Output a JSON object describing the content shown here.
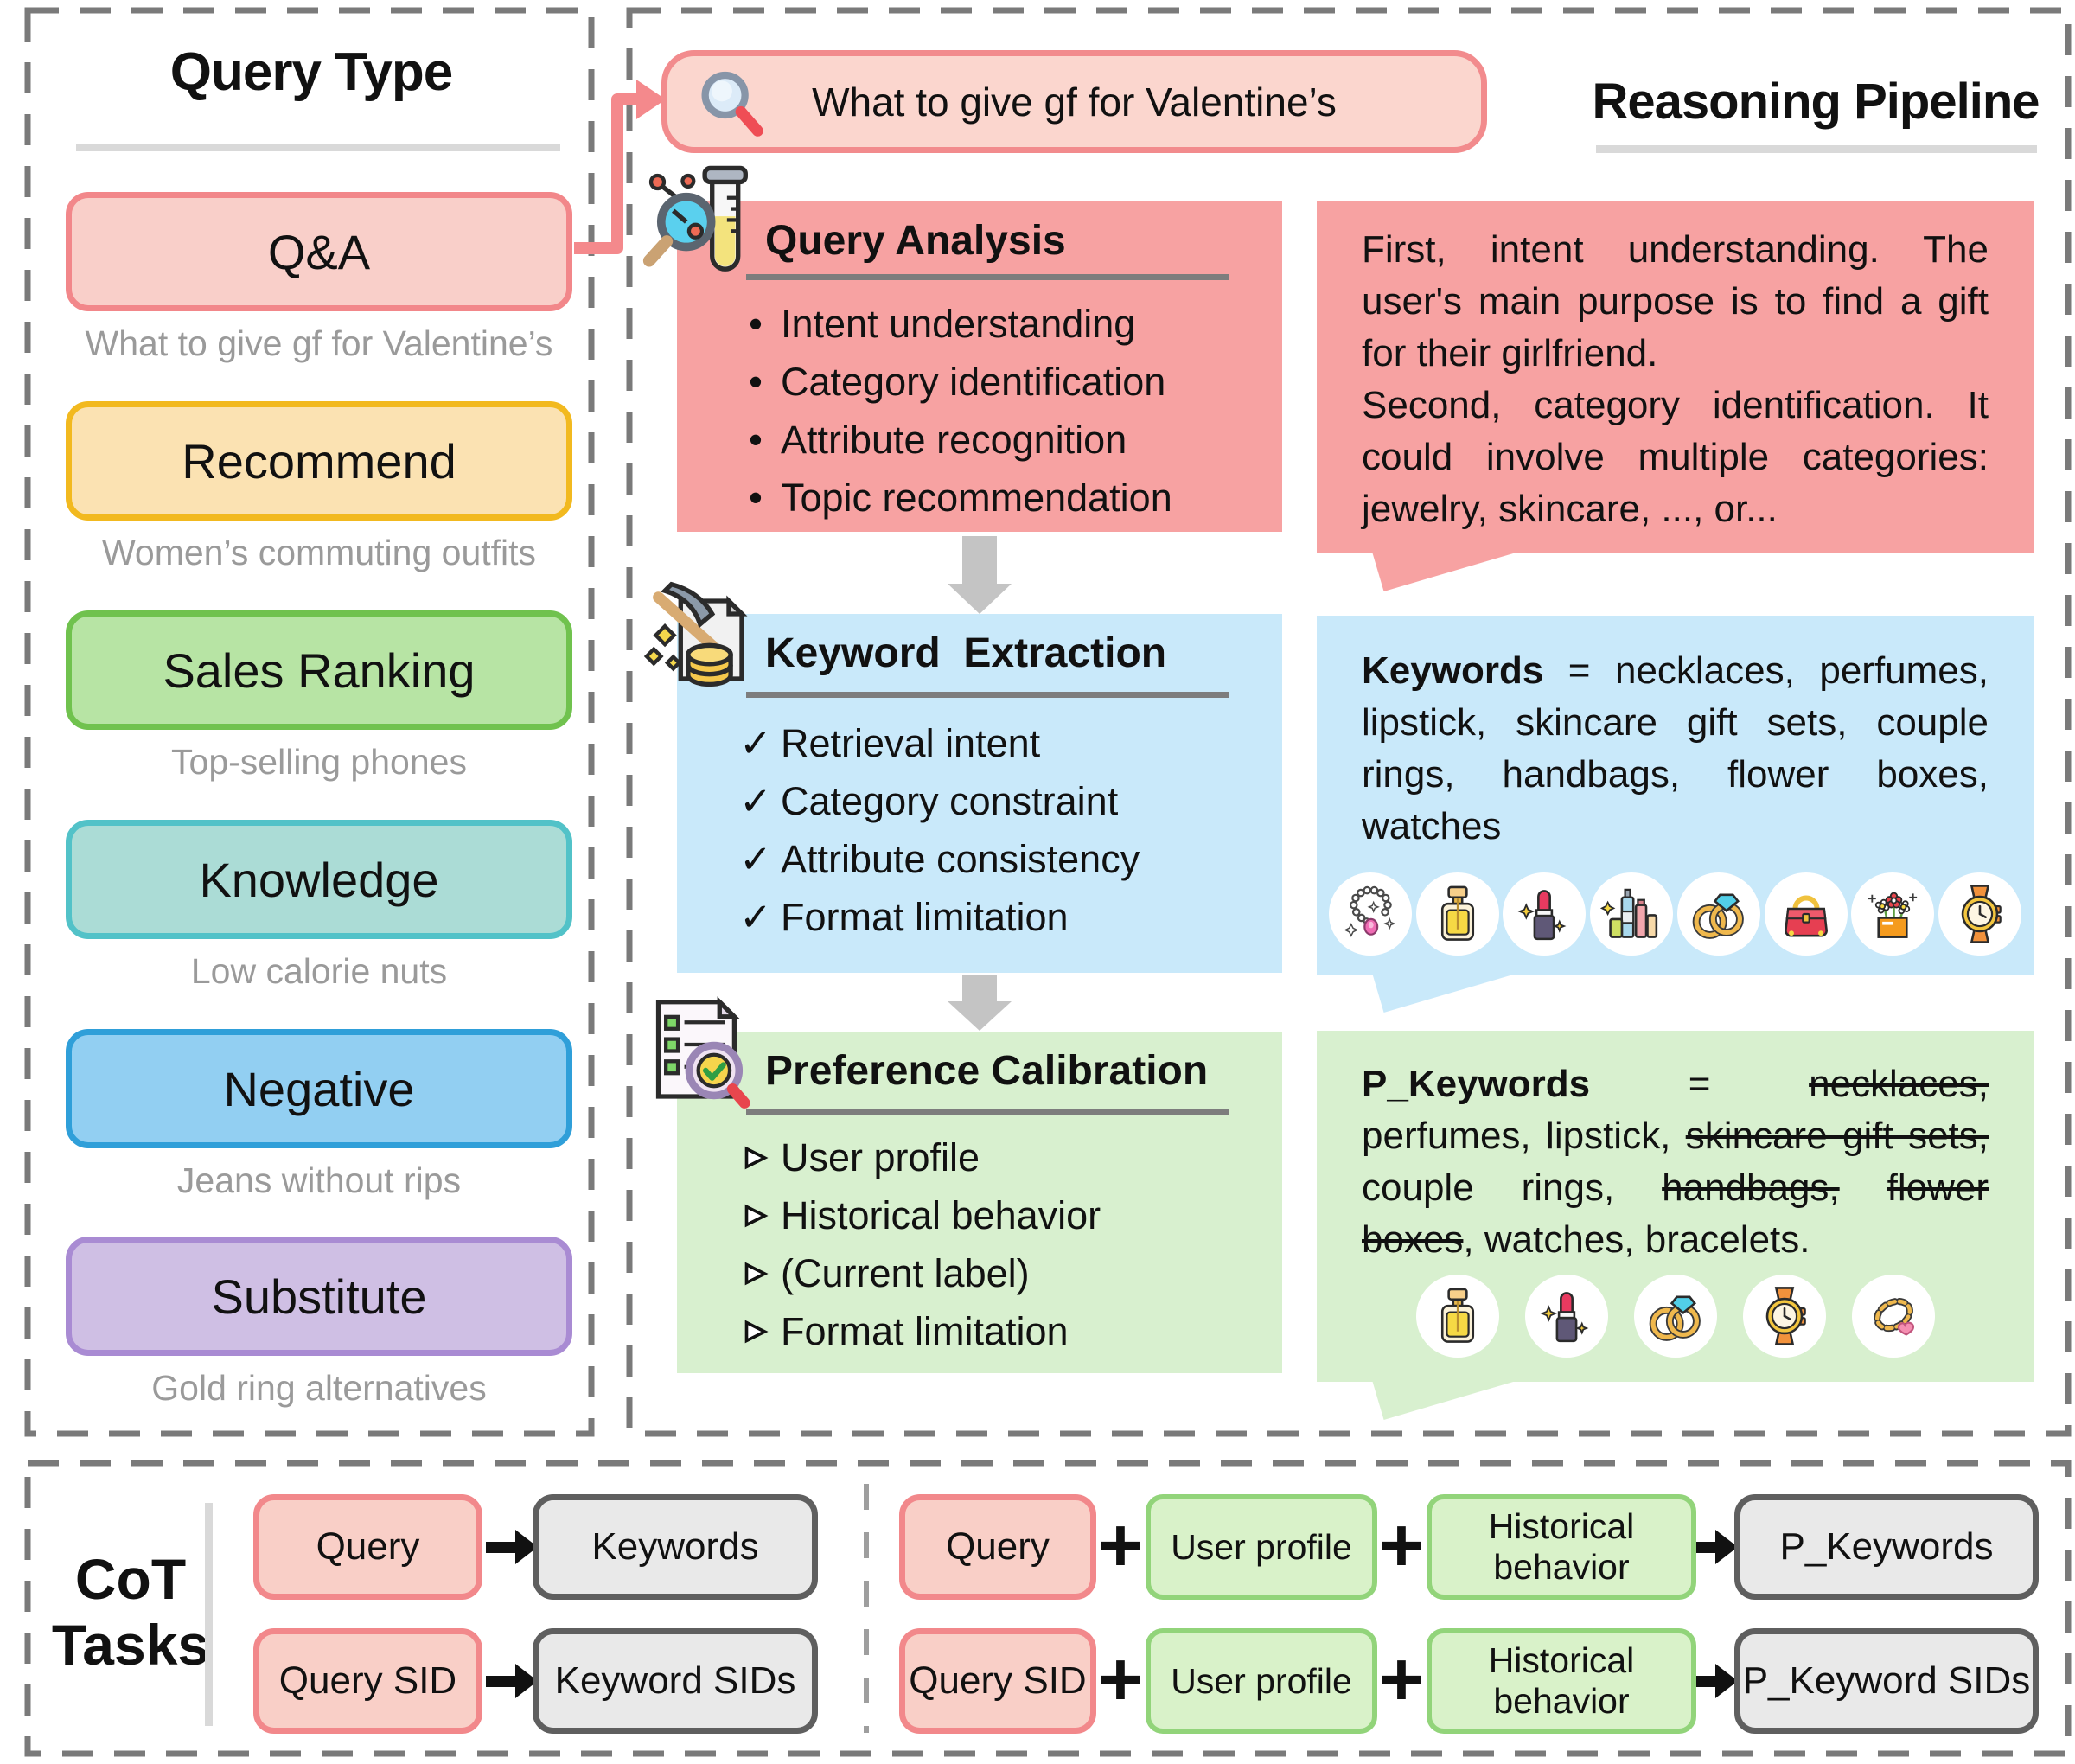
{
  "theme": {
    "panel_border": "#7a7a7a",
    "caption_text": "#9a9a9a",
    "underline_gray": "#d9d9d9",
    "rule_dark": "#7d7d7d",
    "stage_arrow": "#c4c4c4",
    "connector_pink": "#f4898c",
    "searchbar_fill": "#fbd6ce",
    "searchbar_border": "#f28b8d",
    "box_pink_fill": "#f9cfc7",
    "box_pink_border": "#f2888b",
    "box_gray_fill": "#e9e9e9",
    "box_gray_border": "#5f5f5f",
    "box_green_fill": "#d9f2c9",
    "box_green_border": "#92d47a"
  },
  "left_panel": {
    "title": "Query Type",
    "items": [
      {
        "label": "Q&A",
        "caption": "What to give gf for Valentine’s",
        "fill": "#f9cfc9",
        "border": "#f2878a"
      },
      {
        "label": "Recommend",
        "caption": "Women’s commuting outfits",
        "fill": "#fbe2b2",
        "border": "#f2b91f"
      },
      {
        "label": "Sales Ranking",
        "caption": "Top-selling phones",
        "fill": "#b7e4a4",
        "border": "#70c24e"
      },
      {
        "label": "Knowledge",
        "caption": "Low calorie nuts",
        "fill": "#abdcd6",
        "border": "#52c2c8"
      },
      {
        "label": "Negative",
        "caption": "Jeans without rips",
        "fill": "#92cff2",
        "border": "#2f9fd9"
      },
      {
        "label": "Substitute",
        "caption": "Gold ring alternatives",
        "fill": "#cfbfe4",
        "border": "#a98bd3"
      }
    ]
  },
  "pipeline": {
    "title": "Reasoning Pipeline",
    "search": {
      "icon": "search-icon",
      "query": "What to give gf for Valentine’s"
    },
    "stages": [
      {
        "icon": "query-analysis-icon",
        "title": "Query Analysis",
        "color": "#f7a2a2",
        "marker": "•",
        "items": [
          "Intent understanding",
          "Category identification",
          "Attribute recognition",
          "Topic recommendation"
        ]
      },
      {
        "icon": "keyword-extraction-icon",
        "title": "Keyword  Extraction",
        "color": "#c9e9fa",
        "marker": "✓",
        "items": [
          "Retrieval intent",
          "Category constraint",
          "Attribute consistency",
          "Format limitation"
        ]
      },
      {
        "icon": "preference-calibration-icon",
        "title": "Preference Calibration",
        "color": "#d8f0cf",
        "marker": "svg:arrowhead-marker-icon",
        "items": [
          "User profile",
          "Historical behavior",
          "(Current label)",
          "Format limitation"
        ]
      }
    ],
    "bubbles": [
      {
        "color": "#f7a2a2",
        "text": "First, intent understanding. The user's main purpose is to find a gift for their girlfriend.\nSecond, category identification. It could involve multiple categories: jewelry, skincare, ..., or..."
      },
      {
        "color": "#c9e9fa",
        "segments": [
          {
            "t": "Keywords",
            "bold": true
          },
          {
            "t": " = necklaces, perfumes, lipstick, skincare gift sets, couple rings, handbags, flower boxes, watches"
          }
        ],
        "icons": [
          "necklace-icon",
          "perfume-icon",
          "lipstick-icon",
          "skincare-set-icon",
          "couple-rings-icon",
          "handbag-icon",
          "flower-box-icon",
          "watch-icon"
        ]
      },
      {
        "color": "#d8f0cf",
        "segments": [
          {
            "t": "P_Keywords",
            "bold": true
          },
          {
            "t": " = "
          },
          {
            "t": "necklaces,",
            "strike": true
          },
          {
            "t": " perfumes, lipstick, "
          },
          {
            "t": "skincare gift sets,",
            "strike": true
          },
          {
            "t": " couple rings, "
          },
          {
            "t": "handbags,",
            "strike": true
          },
          {
            "t": " "
          },
          {
            "t": "flower boxes",
            "strike": true
          },
          {
            "t": ", watches, bracelets."
          }
        ],
        "icons": [
          "perfume-icon",
          "lipstick-icon",
          "couple-rings-icon",
          "watch-icon",
          "bracelet-icon"
        ]
      }
    ]
  },
  "cot": {
    "label_lines": [
      "CoT",
      "Tasks"
    ],
    "plus": "+",
    "left_rows": [
      {
        "input": "Query",
        "output": "Keywords"
      },
      {
        "input": "Query SID",
        "output": "Keyword SIDs"
      }
    ],
    "right_rows": [
      {
        "input": "Query",
        "add1": "User profile",
        "add2": "Historical behavior",
        "output": "P_Keywords"
      },
      {
        "input": "Query SID",
        "add1": "User profile",
        "add2": "Historical behavior",
        "output": "P_Keyword SIDs"
      }
    ]
  }
}
